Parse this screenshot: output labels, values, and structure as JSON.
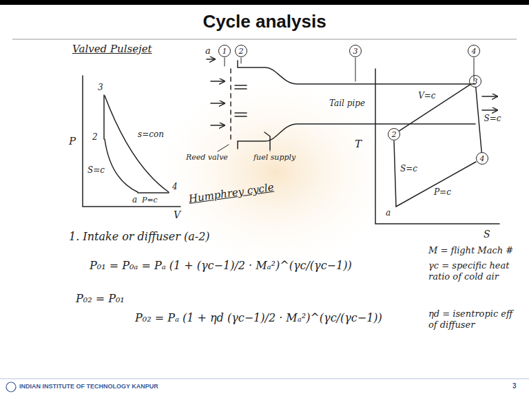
{
  "diagram": {
    "title": "Cycle analysis",
    "nodes": [
      {
        "text": [
          "1"
        ]
      },
      {
        "text": [
          "2"
        ]
      },
      {
        "text": [
          "3"
        ]
      },
      {
        "text": [
          "4"
        ]
      },
      {
        "text": [
          "2"
        ]
      },
      {
        "text": [
          "3"
        ]
      },
      {
        "text": [
          "4"
        ]
      }
    ],
    "edges": [
      {
        "from": 4,
        "to": 5,
        "label": "V=c",
        "arrow": "none"
      },
      {
        "from": 5,
        "to": 6,
        "label": "S=c",
        "arrow": "none"
      }
    ],
    "labels": [
      "Valved Pulsejet",
      "P",
      "V",
      "3",
      "2",
      "a",
      "4",
      "s=con",
      "S=c",
      "P=c",
      "a",
      "Tail pipe",
      "Reed valve",
      "fuel supply",
      "Humphrey cycle",
      "T",
      "S",
      "a",
      "S=c",
      "P=c",
      "1. Intake or diffuser (a-2)",
      "P₀₁ = P₀ₐ = Pₐ (1 + (γc−1)/2 · Mₐ²)^(γc/(γc−1))",
      "P₀₂ = P₀₁",
      "P₀₂ = Pₐ (1 + ηd (γc−1)/2 · Mₐ²)^(γc/(γc−1))",
      "M = flight Mach #",
      "γc = specific heat ratio of cold air",
      "ηd = isentropic eff of diffuser",
      "INDIAN INSTITUTE OF TECHNOLOGY KANPUR",
      "3"
    ]
  }
}
